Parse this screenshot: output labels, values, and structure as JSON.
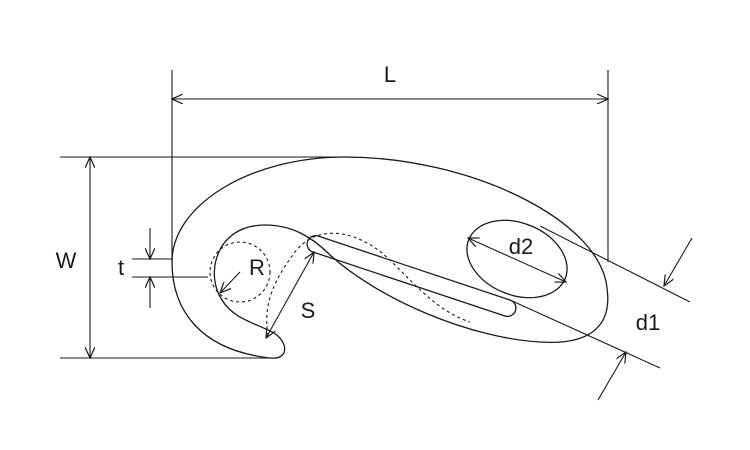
{
  "diagram": {
    "labels": {
      "L": "L",
      "W": "W",
      "t": "t",
      "R": "R",
      "S": "S",
      "d1": "d1",
      "d2": "d2"
    },
    "colors": {
      "stroke": "#1a1a1a",
      "background": "#ffffff"
    }
  }
}
